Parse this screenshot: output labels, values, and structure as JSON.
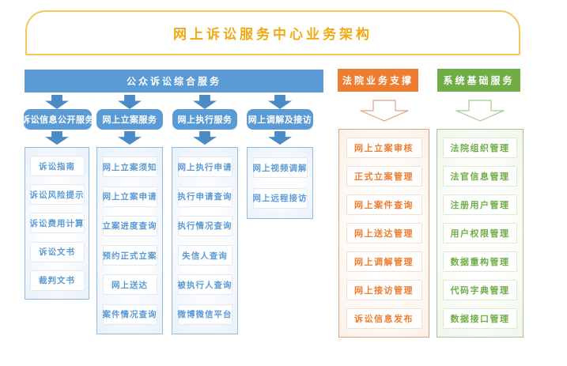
{
  "title": "网上诉讼服务中心业务架构",
  "colors": {
    "gold_border": "#F2C75B",
    "gold_text": "#EFAA14",
    "blue": "#5B9BD5",
    "blue_arrow": "#4A8AC6",
    "orange": "#ED7D31",
    "green": "#70AD47"
  },
  "sections": {
    "public": {
      "header": "公众诉讼综合服务",
      "groups": [
        {
          "label": "诉讼信息公开服务",
          "items": [
            "诉讼指南",
            "诉讼风险提示",
            "诉讼费用计算",
            "诉讼文书",
            "裁判文书"
          ]
        },
        {
          "label": "网上立案服务",
          "items": [
            "网上立案须知",
            "网上立案申请",
            "立案进度查询",
            "预约正式立案",
            "网上送达",
            "案件情况查询"
          ]
        },
        {
          "label": "网上执行服务",
          "items": [
            "网上执行申请",
            "执行申请查询",
            "执行情况查询",
            "失信人查询",
            "被执行人查询",
            "微博微信平台"
          ]
        },
        {
          "label": "网上调解及接访",
          "items": [
            "网上视频调解",
            "网上远程接访"
          ]
        }
      ]
    },
    "court": {
      "header": "法院业务支撑",
      "items": [
        "网上立案审核",
        "正式立案管理",
        "网上案件查询",
        "网上送达管理",
        "网上调解管理",
        "网上接访管理",
        "诉讼信息发布"
      ]
    },
    "system": {
      "header": "系统基础服务",
      "items": [
        "法院组织管理",
        "法官信息管理",
        "注册用户管理",
        "用户权限管理",
        "数据重构管理",
        "代码字典管理",
        "数据接口管理"
      ]
    }
  }
}
